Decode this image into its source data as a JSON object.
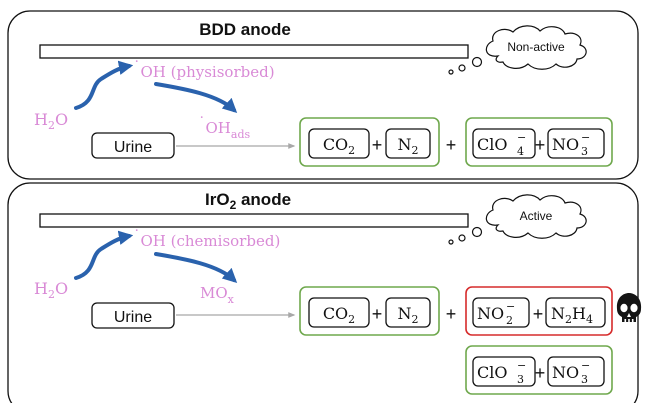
{
  "colors": {
    "pink": "#d98ad6",
    "arrow_blue": "#2a62ad",
    "green": "#6fa84d",
    "red": "#d62b2b",
    "gray_arrow": "#a8a8a8",
    "black": "#111111"
  },
  "top": {
    "title": "BDD anode",
    "cloud_label": "Non-active",
    "water": {
      "main": "H",
      "sub": "2",
      "tail": "O"
    },
    "radical": {
      "dot": "˙",
      "main": "OH (physisorbed)"
    },
    "ads": {
      "dot": "˙",
      "main": "OH",
      "sub": "ads"
    },
    "urine_label": "Urine",
    "plus": "+",
    "co2": {
      "main": "CO",
      "sub": "2"
    },
    "n2": {
      "main": "N",
      "sub": "2"
    },
    "clo4": {
      "main": "ClO",
      "sup": "−",
      "sub": "4"
    },
    "no3": {
      "main": "NO",
      "sup": "−",
      "sub": "3"
    }
  },
  "bottom": {
    "title": {
      "main": "IrO",
      "sub": "2",
      "tail": " anode"
    },
    "cloud_label": "Active",
    "water": {
      "main": "H",
      "sub": "2",
      "tail": "O"
    },
    "radical": {
      "dot": "˙",
      "main": "OH (chemisorbed)"
    },
    "mox": {
      "main": "MO",
      "sub": "x"
    },
    "urine_label": "Urine",
    "plus": "+",
    "co2": {
      "main": "CO",
      "sub": "2"
    },
    "n2": {
      "main": "N",
      "sub": "2"
    },
    "no2": {
      "main": "NO",
      "sup": "−",
      "sub": "2"
    },
    "n2h4": {
      "a": "N",
      "sa": "2",
      "b": "H",
      "sb": "4"
    },
    "clo3": {
      "main": "ClO",
      "sup": "−",
      "sub": "3"
    },
    "no3": {
      "main": "NO",
      "sup": "−",
      "sub": "3"
    },
    "hazard_icon": "skull-icon"
  }
}
